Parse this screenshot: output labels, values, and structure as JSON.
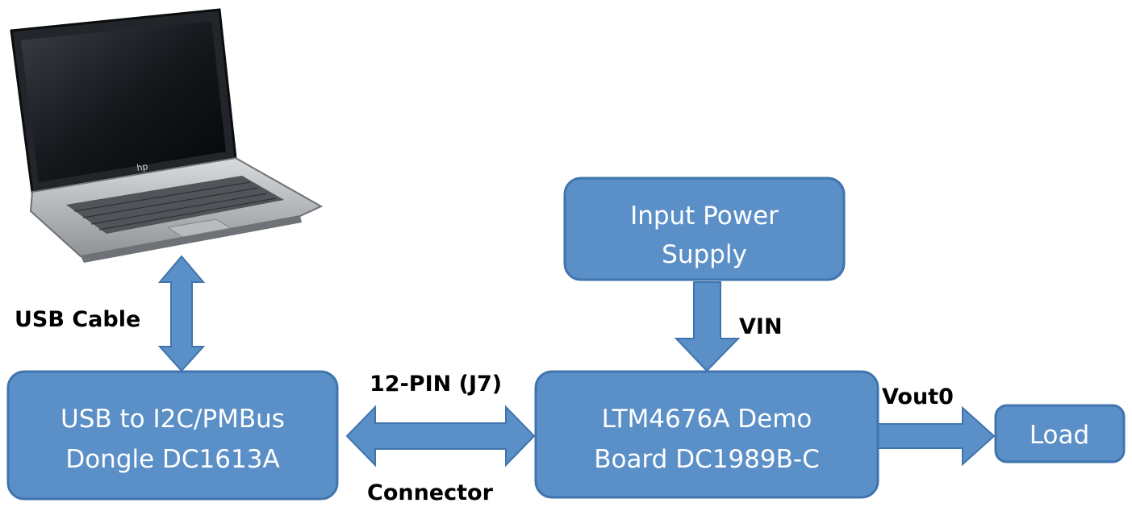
{
  "colors": {
    "box_fill": "#5b8fc7",
    "box_stroke": "#3f74ad",
    "arrow_fill": "#5b8fc7",
    "label_text": "#000000",
    "box_text": "#ffffff"
  },
  "nodes": {
    "dongle": {
      "line1": "USB to I2C/PMBus",
      "line2": "Dongle DC1613A"
    },
    "supply": {
      "line1": "Input Power",
      "line2": "Supply"
    },
    "demo": {
      "line1": "LTM4676A Demo",
      "line2": "Board DC1989B-C"
    },
    "load": {
      "line1": "Load"
    }
  },
  "edge_labels": {
    "usb_cable": "USB Cable",
    "pin_header": "12-PIN (J7)",
    "connector": "Connector",
    "vin": "VIN",
    "vout": "Vout0"
  },
  "laptop": {
    "logo": "hp"
  }
}
